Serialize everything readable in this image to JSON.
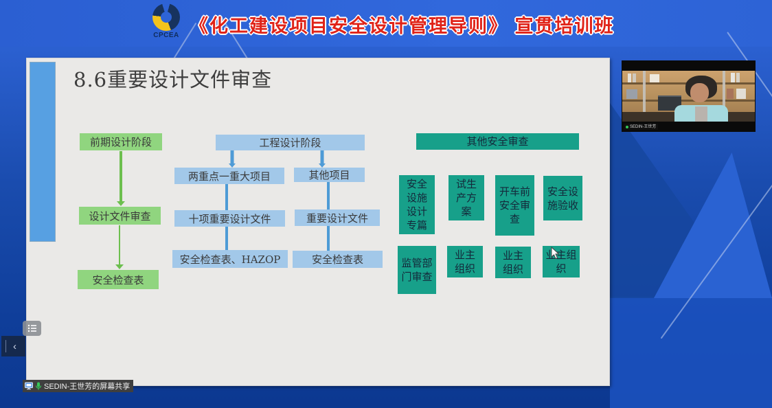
{
  "header": {
    "logo_text": "CPCEA",
    "title": "《化工建设项目安全设计管理导则》 宣贯培训班"
  },
  "slide": {
    "title": "8.6重要设计文件审查",
    "green_flow": {
      "nodes": [
        "前期设计阶段",
        "设计文件审查",
        "安全检查表"
      ]
    },
    "blue_flow": {
      "root": "工程设计阶段",
      "left": [
        "两重点一重大项目",
        "十项重要设计文件",
        "安全检查表、HAZOP"
      ],
      "right": [
        "其他项目",
        "重要设计文件",
        "安全检查表"
      ]
    },
    "other_review": {
      "header": "其他安全审查",
      "row1": [
        "安全设施设计专篇",
        "试生产方案",
        "开车前安全审查",
        "安全设施验收"
      ],
      "row2": [
        "监管部门审查",
        "业主组织",
        "业主组织",
        "业主组织"
      ]
    }
  },
  "video": {
    "name_label": "SEDIN-王世芳"
  },
  "share_bar": {
    "label": "SEDIN-王世芳的屏幕共享"
  },
  "colors": {
    "header_title_red": "#e02318",
    "green_box": "#90d57f",
    "green_arrow": "#6cbf4e",
    "blue_box": "#a2c8e9",
    "blue_arrow": "#4e9bd6",
    "teal_box": "#17a08a",
    "accent_bar_blue": "#57a0e2",
    "background_blue": "#1a4cae",
    "slide_bg": "#eae9e7"
  }
}
